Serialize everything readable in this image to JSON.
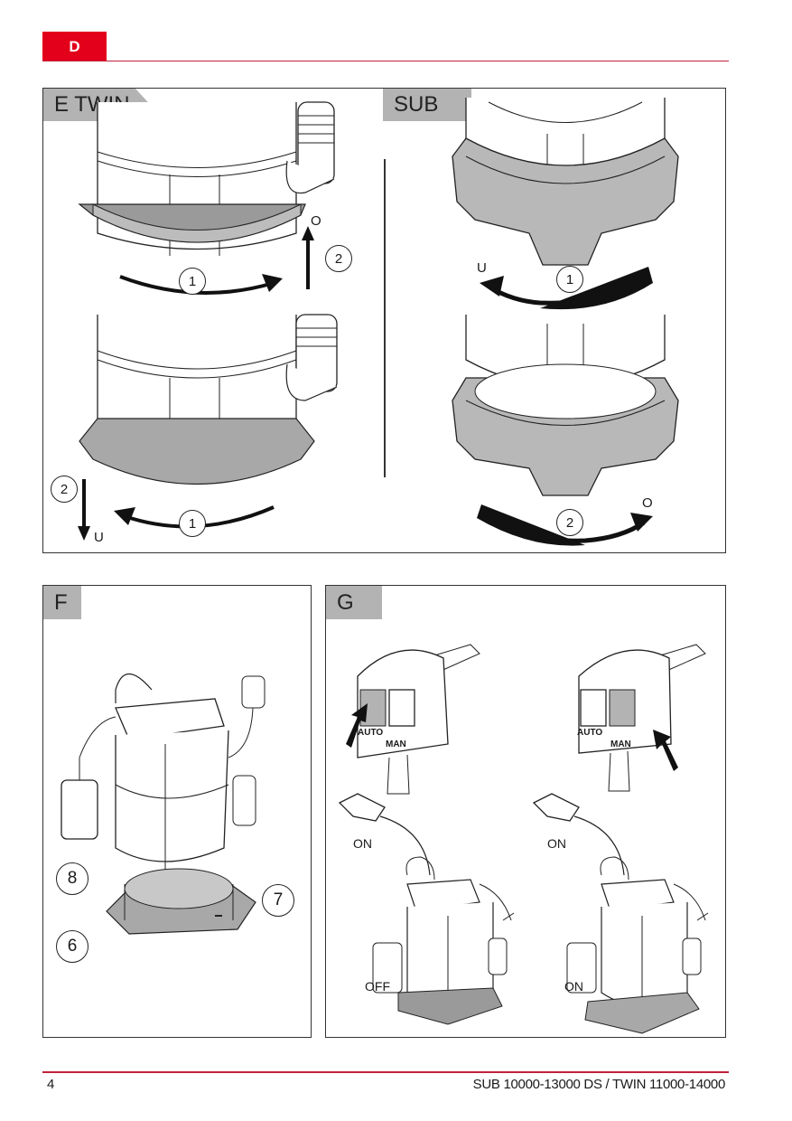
{
  "header": {
    "language_tab": "D",
    "accent_color": "#e3001b"
  },
  "panel_e": {
    "label_twin": "E  TWIN",
    "label_sub": "SUB",
    "twin_top": {
      "callout_1": "1",
      "callout_2": "2",
      "direction": "O"
    },
    "twin_bottom": {
      "callout_1": "1",
      "callout_2": "2",
      "direction": "U"
    },
    "sub_top": {
      "callout_1": "1",
      "direction": "U"
    },
    "sub_bottom": {
      "callout_2": "2",
      "direction": "O"
    }
  },
  "panel_f": {
    "label": "F",
    "callouts": [
      "8",
      "7",
      "6"
    ]
  },
  "panel_g": {
    "label": "G",
    "left_plug": {
      "button_auto": "AUTO",
      "button_man": "MAN",
      "active": "AUTO"
    },
    "right_plug": {
      "button_auto": "AUTO",
      "button_man": "MAN",
      "active": "MAN"
    },
    "left_pump": {
      "float_top": "ON",
      "float_bottom": "OFF"
    },
    "right_pump": {
      "float_top": "ON",
      "float_bottom": "ON"
    }
  },
  "footer": {
    "page_number": "4",
    "title": "SUB 10000-13000 DS / TWIN 11000-14000"
  }
}
